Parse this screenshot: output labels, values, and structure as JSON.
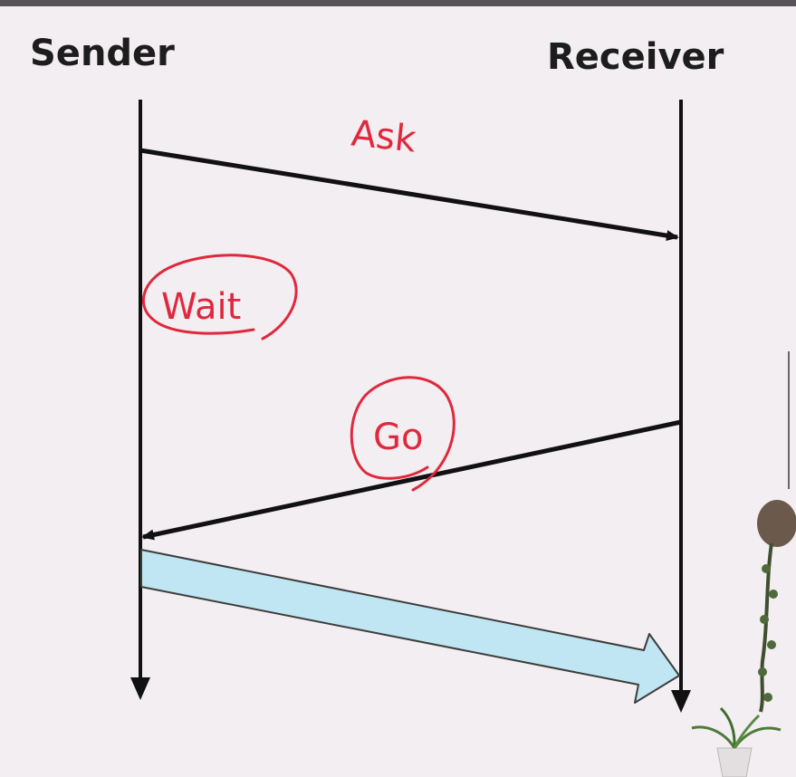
{
  "participants": {
    "sender": "Sender",
    "receiver": "Receiver"
  },
  "messages": {
    "ask": "Ask",
    "go": "Go"
  },
  "annotations": {
    "wait": "Wait"
  },
  "colors": {
    "annotation": "#e0283d",
    "line": "#111111",
    "transfer_fill": "#bfe6f2"
  }
}
